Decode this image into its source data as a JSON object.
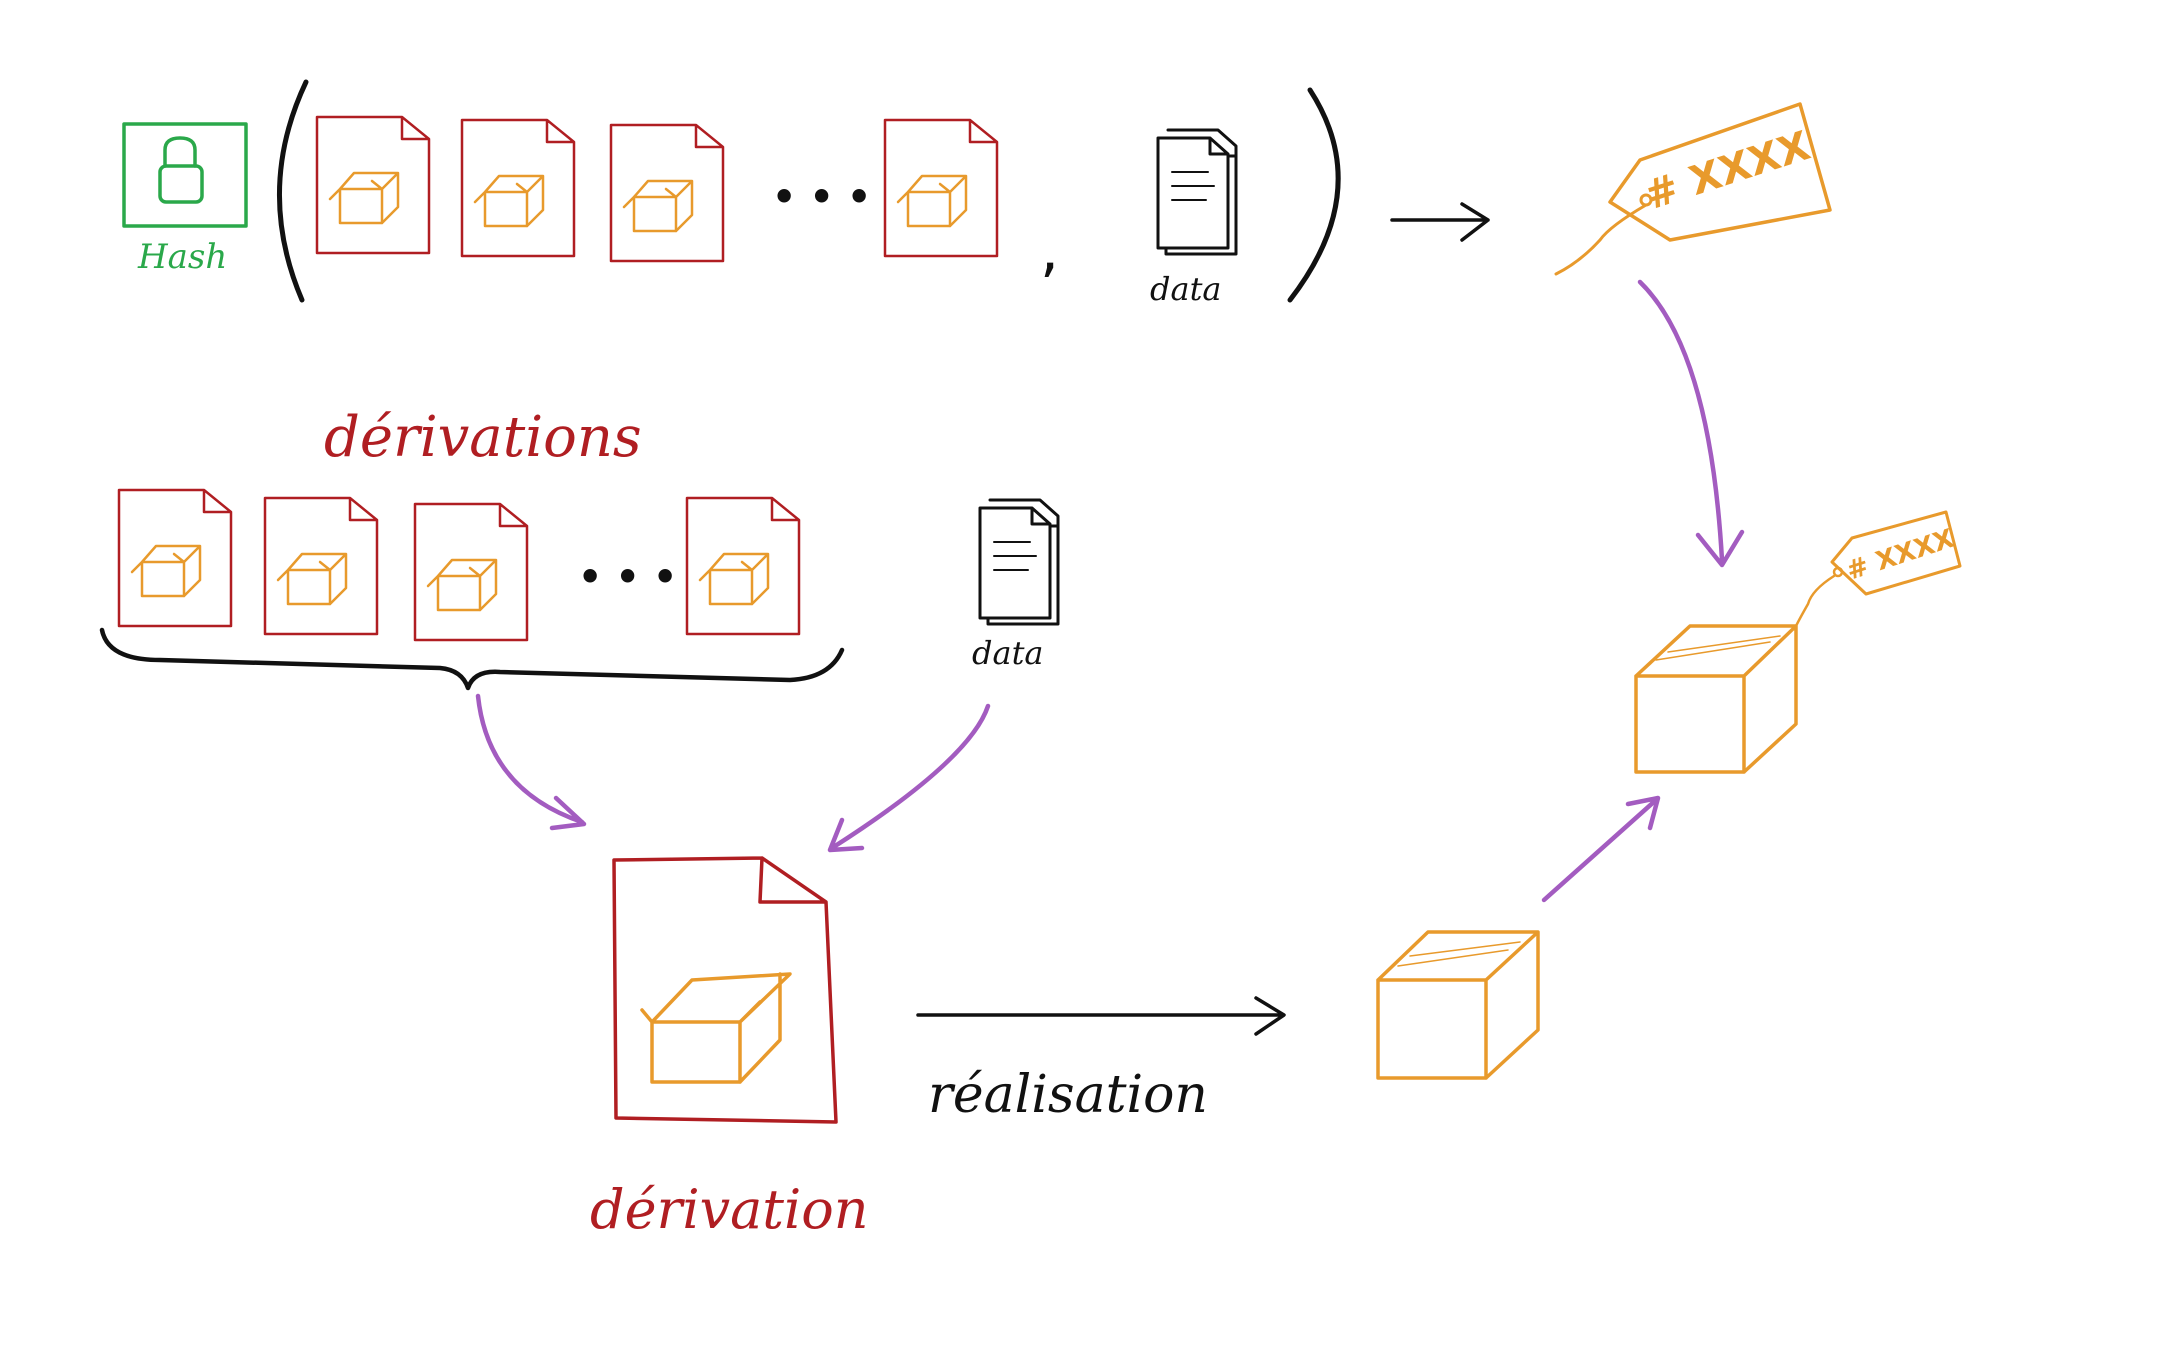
{
  "colors": {
    "derivation": "#b01e22",
    "box": "#e89a2c",
    "hash": "#2aa84a",
    "arrow_purple": "#a35cc0",
    "ink": "#111111"
  },
  "icons": [
    "lock-icon",
    "derivation-file-icon",
    "box-icon",
    "document-stack-icon",
    "price-tag-icon",
    "cube-icon"
  ],
  "labels": {
    "hash": "Hash",
    "data_top": "data",
    "data_middle": "data",
    "derivations": "dérivations",
    "derivation": "dérivation",
    "realisation": "réalisation",
    "tag_large": "# XXXX",
    "tag_small": "# XXXX",
    "ellipsis_top": "• • •",
    "ellipsis_middle": "• • •",
    "comma": ","
  }
}
